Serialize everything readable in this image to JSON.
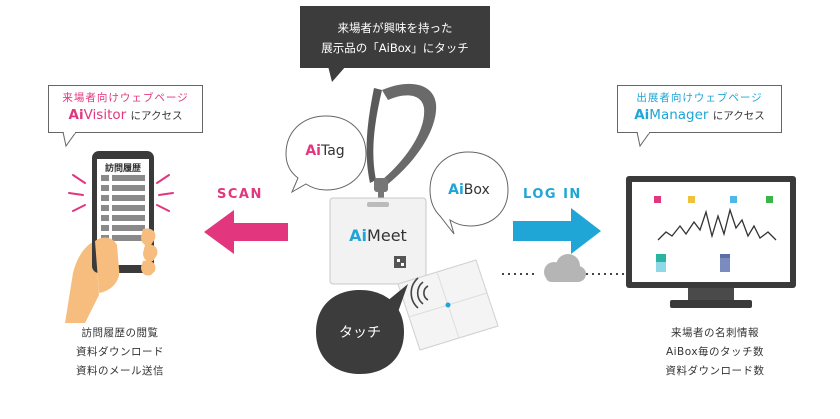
{
  "top_callout": {
    "line1": "来場者が興味を持った",
    "line2": "展示品の「AiBox」にタッチ"
  },
  "visitor_callout": {
    "line1": "来場者向けウェブページ",
    "brand_prefix": "Ai",
    "brand_rest": "Visitor",
    "suffix": "にアクセス"
  },
  "manager_callout": {
    "line1": "出展者向けウェブページ",
    "brand_prefix": "Ai",
    "brand_rest": "Manager",
    "suffix": "にアクセス"
  },
  "phone_screen_title": "訪問履歴",
  "scan_label": "SCAN",
  "login_label": "LOG IN",
  "aitag_bubble": {
    "prefix": "Ai",
    "rest": "Tag"
  },
  "aibox_bubble": {
    "prefix": "Ai",
    "rest": "Box"
  },
  "badge_logo": {
    "prefix": "Ai",
    "rest": "Meet"
  },
  "touch_bubble": "タッチ",
  "visitor_features": [
    "訪問履歴の閲覧",
    "資料ダウンロード",
    "資料のメール送信"
  ],
  "manager_features": [
    "来場者の名刺情報",
    "AiBox毎のタッチ数",
    "資料ダウンロード数"
  ],
  "colors": {
    "pink": "#e2367e",
    "cyan": "#1fa5d6",
    "dark": "#3a3a3a"
  }
}
